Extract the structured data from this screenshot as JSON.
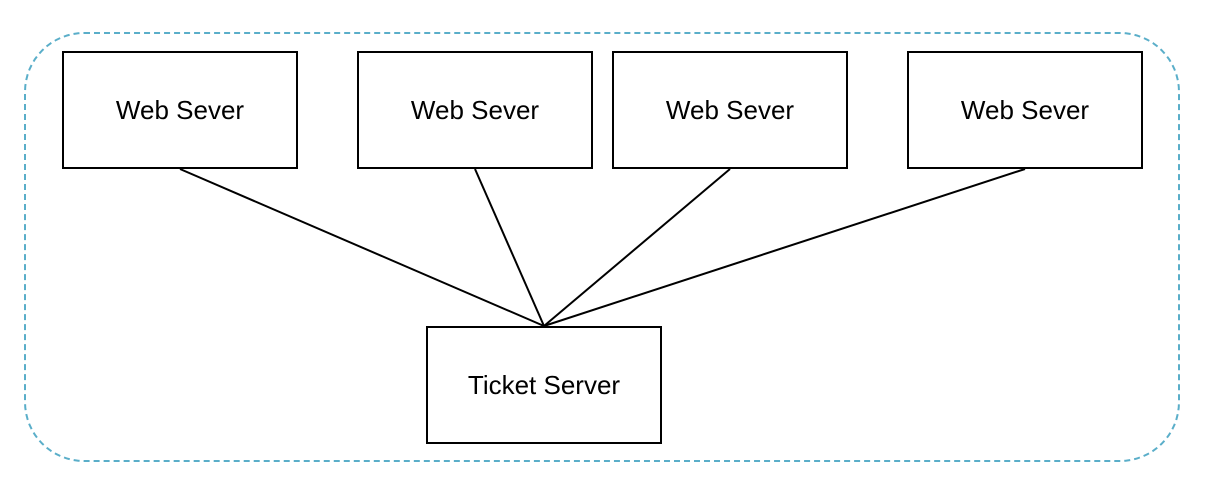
{
  "diagram": {
    "web_servers": [
      {
        "label": "Web Sever"
      },
      {
        "label": "Web Sever"
      },
      {
        "label": "Web Sever"
      },
      {
        "label": "Web Sever"
      }
    ],
    "ticket_server": {
      "label": "Ticket Server"
    },
    "colors": {
      "boundary": "#5aaec9",
      "node_border": "#000000",
      "connector": "#000000",
      "text": "#000000"
    }
  }
}
